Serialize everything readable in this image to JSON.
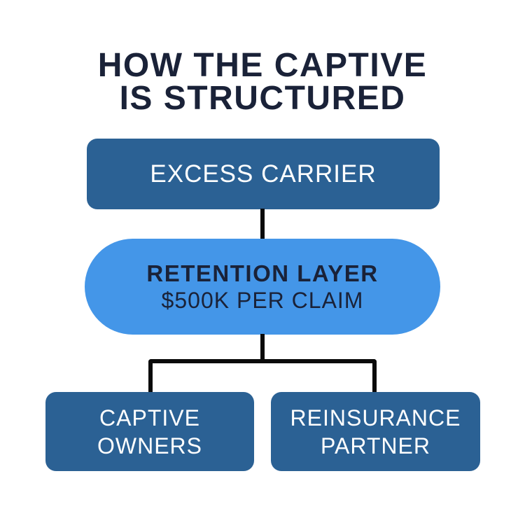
{
  "title": {
    "line1": "HOW THE CAPTIVE",
    "line2": "IS STRUCTURED"
  },
  "diagram": {
    "excess_carrier": {
      "label": "EXCESS CARRIER"
    },
    "retention_layer": {
      "name": "RETENTION LAYER",
      "detail": "$500K PER CLAIM"
    },
    "captive_owners": {
      "line1": "CAPTIVE",
      "line2": "OWNERS"
    },
    "reinsurance_partner": {
      "line1": "REINSURANCE",
      "line2": "PARTNER"
    }
  },
  "colors": {
    "dark_blue": "#2b6194",
    "light_blue": "#4496e8",
    "navy_text": "#1a2238",
    "box_text": "#ffffff",
    "connector": "#0a0a0a",
    "background": "#ffffff"
  }
}
